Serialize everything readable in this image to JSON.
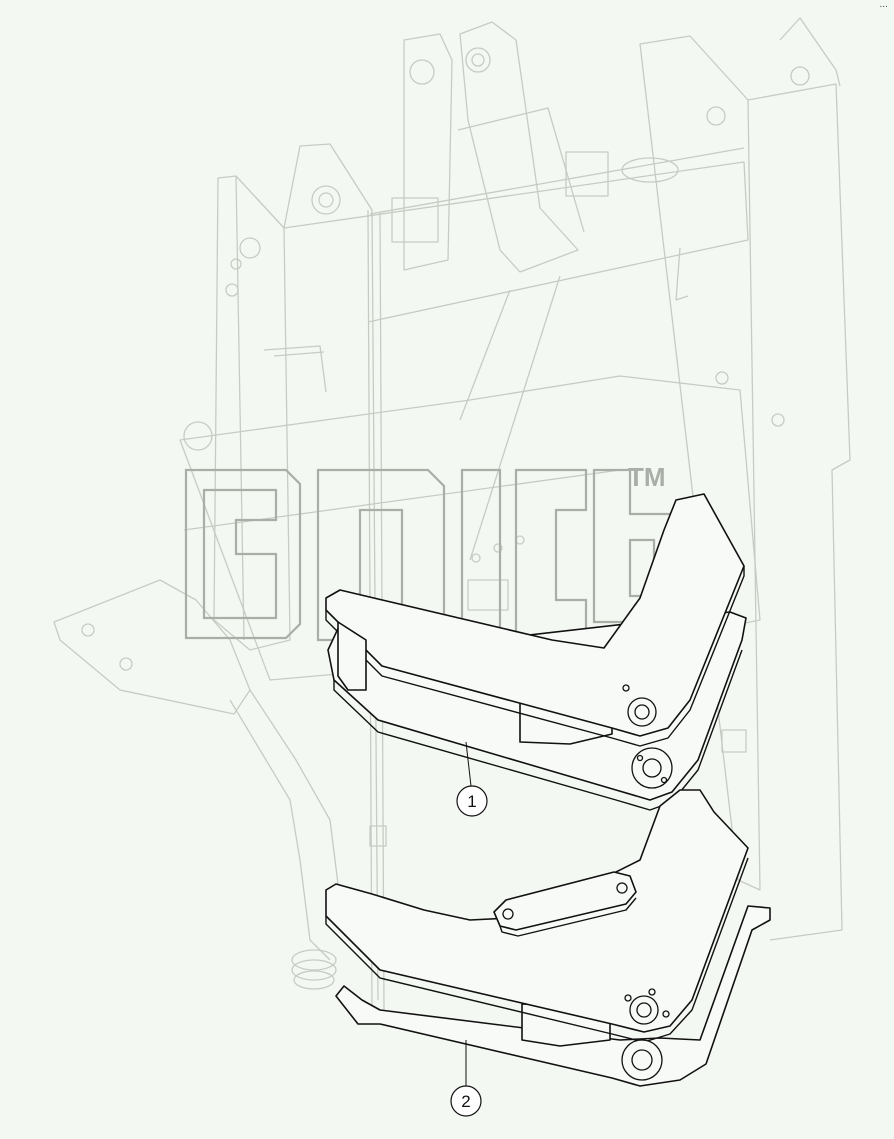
{
  "diagram": {
    "callouts": [
      {
        "id": "callout-1",
        "label": "1"
      },
      {
        "id": "callout-2",
        "label": "2"
      }
    ],
    "watermark_tm": "TM",
    "corner_mark": "..."
  }
}
